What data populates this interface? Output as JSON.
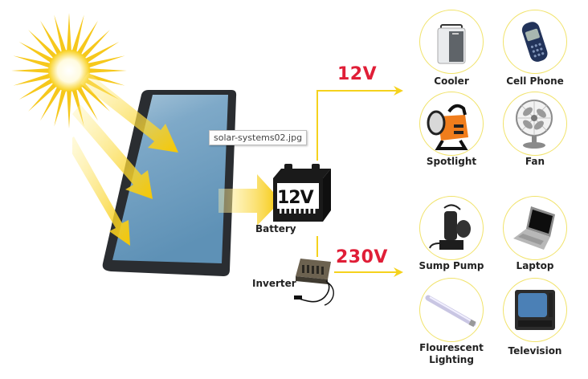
{
  "tooltip": {
    "filename": "solar-systems02.jpg"
  },
  "diagram": {
    "source": {
      "sun": "sun-icon",
      "panel": "solar-panel"
    },
    "battery": {
      "label": "Battery",
      "voltage_badge": "12V"
    },
    "inverter": {
      "label": "Inverter"
    },
    "branches": [
      {
        "voltage": "12V",
        "color": "#e01e37"
      },
      {
        "voltage": "230V",
        "color": "#e01e37"
      }
    ],
    "devices_12v": [
      {
        "label": "Cooler",
        "icon": "cooler-icon"
      },
      {
        "label": "Cell Phone",
        "icon": "cell-phone-icon"
      },
      {
        "label": "Spotlight",
        "icon": "spotlight-icon"
      },
      {
        "label": "Fan",
        "icon": "fan-icon"
      }
    ],
    "devices_230v": [
      {
        "label": "Sump Pump",
        "icon": "sump-pump-icon"
      },
      {
        "label": "Laptop",
        "icon": "laptop-icon"
      },
      {
        "label": "Flourescent",
        "label2": "Lighting",
        "icon": "fluorescent-tube-icon"
      },
      {
        "label": "Television",
        "icon": "television-icon"
      }
    ],
    "colors": {
      "arrow": "#f5c800",
      "line": "#f5d21d",
      "circle_border": "#f1e36b",
      "voltage_text": "#e01e37",
      "panel": "#5f93b8"
    }
  }
}
